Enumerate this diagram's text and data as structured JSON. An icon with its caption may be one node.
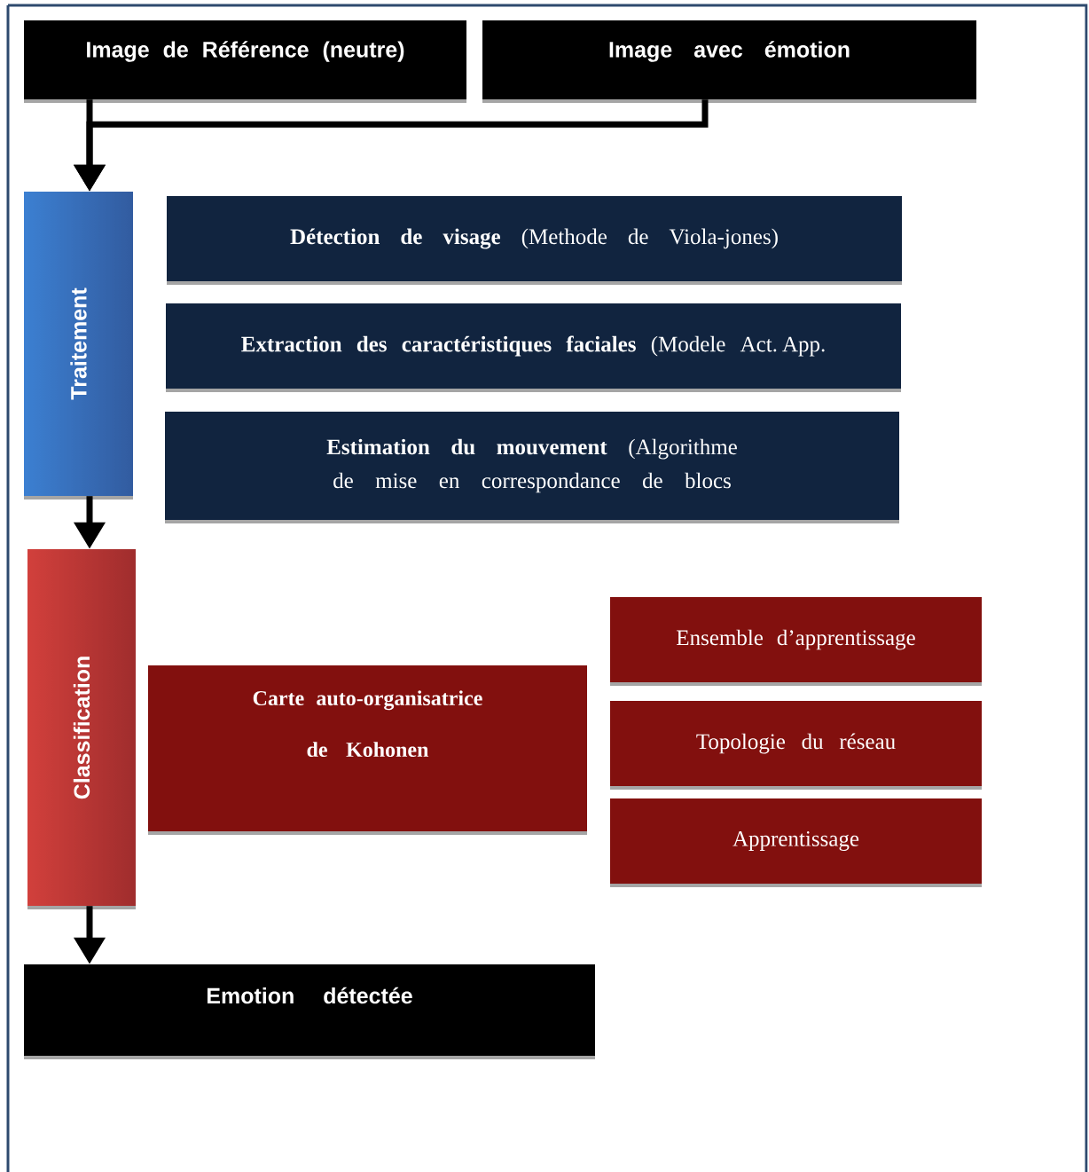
{
  "diagram": {
    "nodes": [
      {
        "text": [
          "Image de Référence (neutre)"
        ]
      },
      {
        "text": [
          "Image avec émotion"
        ]
      },
      {
        "text": [
          "Traitement"
        ]
      },
      {
        "text": [
          "**Détection de visage** (Methode de Viola-jones)"
        ]
      },
      {
        "text": [
          "**Extraction des caractéristiques faciales** (Modele Act. App."
        ]
      },
      {
        "text": [
          "**Estimation du mouvement** (Algorithme de mise en correspondance de blocs"
        ]
      },
      {
        "text": [
          "Classification"
        ]
      },
      {
        "text": [
          "Carte auto-organisatrice de Kohonen"
        ]
      },
      {
        "text": [
          "Ensemble d’apprentissage"
        ]
      },
      {
        "text": [
          "Topologie du réseau"
        ]
      },
      {
        "text": [
          "Apprentissage"
        ]
      },
      {
        "text": [
          "Emotion détectée"
        ]
      }
    ],
    "edges": [
      {
        "from": 0,
        "to": 2,
        "arrow": "to"
      },
      {
        "from": 1,
        "to": 2,
        "arrow": "to"
      },
      {
        "from": 2,
        "to": 6,
        "arrow": "to"
      },
      {
        "from": 6,
        "to": 11,
        "arrow": "to"
      }
    ]
  }
}
